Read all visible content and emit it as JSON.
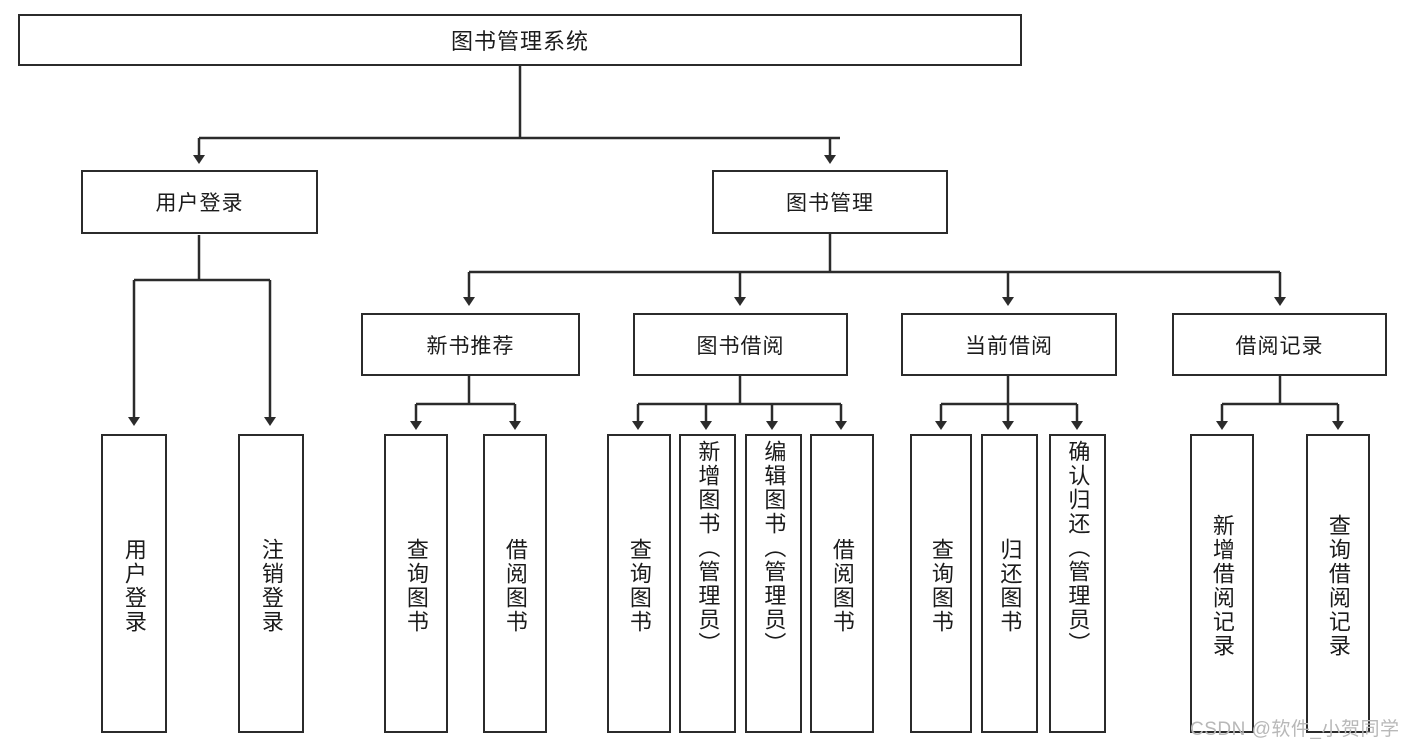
{
  "diagram": {
    "type": "hierarchy-tree",
    "title": "图书管理系统",
    "root": {
      "label": "图书管理系统"
    },
    "level2": [
      {
        "label": "用户登录"
      },
      {
        "label": "图书管理"
      }
    ],
    "level3": [
      {
        "label": "新书推荐"
      },
      {
        "label": "图书借阅"
      },
      {
        "label": "当前借阅"
      },
      {
        "label": "借阅记录"
      }
    ],
    "leaves": {
      "user_login": [
        {
          "label": "用户登录"
        },
        {
          "label": "注销登录"
        }
      ],
      "new_book_recommend": [
        {
          "label": "查询图书"
        },
        {
          "label": "借阅图书"
        }
      ],
      "book_borrow": [
        {
          "label": "查询图书"
        },
        {
          "label": "新增图书（管理员）"
        },
        {
          "label": "编辑图书（管理员）"
        },
        {
          "label": "借阅图书"
        }
      ],
      "current_borrow": [
        {
          "label": "查询图书"
        },
        {
          "label": "归还图书"
        },
        {
          "label": "确认归还（管理员）"
        }
      ],
      "borrow_record": [
        {
          "label": "新增借阅记录"
        },
        {
          "label": "查询借阅记录"
        }
      ]
    }
  },
  "watermark": {
    "text": "CSDN @软件_小贺同学"
  },
  "colors": {
    "stroke": "#2b2b2b",
    "fill": "#ffffff",
    "text": "#1b1b1b",
    "watermark": "#b8b8b8"
  }
}
